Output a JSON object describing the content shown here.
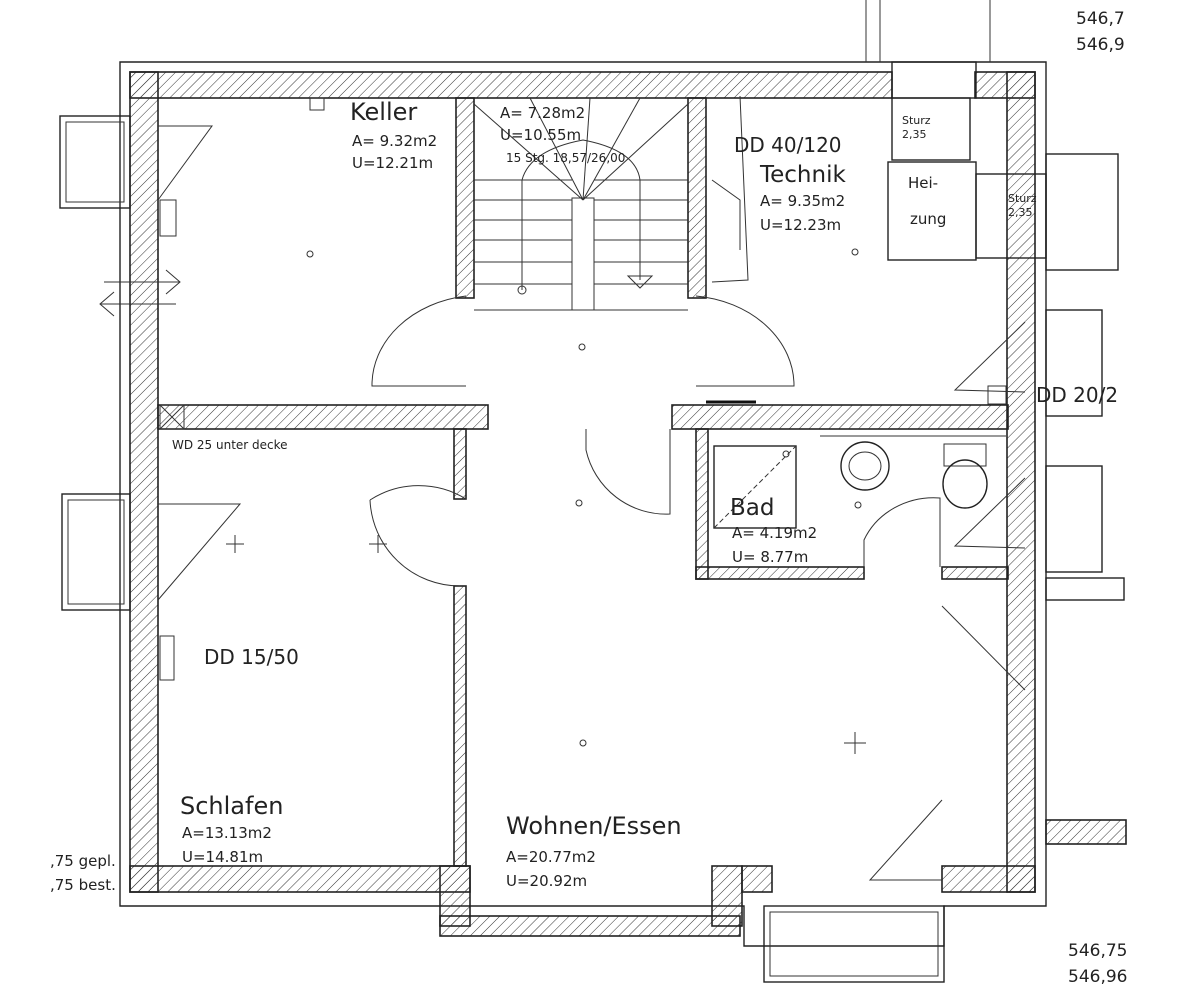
{
  "rooms": {
    "keller": {
      "name": "Keller",
      "area": "A=  9.32m2",
      "perimeter": "U=12.21m"
    },
    "stair": {
      "area": "A=  7.28m2",
      "perimeter": "U=10.55m",
      "steps": "15 Stg. 18,57/26,00"
    },
    "technik": {
      "name": "Technik",
      "area": "A=  9.35m2",
      "perimeter": "U=12.23m"
    },
    "heizung": {
      "line1": "Hei-",
      "line2": "zung"
    },
    "bad": {
      "name": "Bad",
      "area": "A=  4.19m2",
      "perimeter": "U=  8.77m"
    },
    "schlafen": {
      "name": "Schlafen",
      "area": "A=13.13m2",
      "perimeter": "U=14.81m"
    },
    "wohnen": {
      "name": "Wohnen/Essen",
      "area": "A=20.77m2",
      "perimeter": "U=20.92m"
    }
  },
  "annotations": {
    "dd_technik": "DD 40/120",
    "dd_right": "DD 20/2",
    "dd_schlafen": "DD 15/50",
    "wd_note": "WD 25 unter decke",
    "sturz1_label": "Sturz",
    "sturz1_value": "2,35",
    "sturz2_label": "Sturz",
    "sturz2_value": "2,35"
  },
  "levels": {
    "top_right_1": "546,7",
    "top_right_2": "546,9",
    "bottom_right_1": "546,75",
    "bottom_right_2": "546,96",
    "left_1": ",75 gepl.",
    "left_2": ",75 best."
  }
}
